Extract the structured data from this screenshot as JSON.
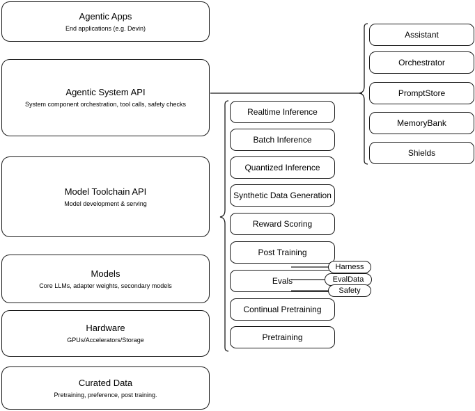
{
  "diagram": {
    "title": "AI stack layers diagram",
    "stroke_color": "#1a1a1a",
    "background_color": "#ffffff"
  },
  "stack_layers": [
    {
      "name": "agentic-apps",
      "title": "Agentic Apps",
      "subtitle": "End applications (e.g. Devin)"
    },
    {
      "name": "agentic-system-api",
      "title": "Agentic System API",
      "subtitle": "System component orchestration, tool calls, safety checks"
    },
    {
      "name": "model-toolchain-api",
      "title": "Model Toolchain API",
      "subtitle": "Model development & serving"
    },
    {
      "name": "models",
      "title": "Models",
      "subtitle": "Core LLMs, adapter weights, secondary models"
    },
    {
      "name": "hardware",
      "title": "Hardware",
      "subtitle": "GPUs/Accelerators/Storage"
    },
    {
      "name": "curated-data",
      "title": "Curated Data",
      "subtitle": "Pretraining, preference, post training."
    }
  ],
  "toolchain_components": [
    {
      "name": "realtime-inference",
      "label": "Realtime Inference"
    },
    {
      "name": "batch-inference",
      "label": "Batch Inference"
    },
    {
      "name": "quantized-inference",
      "label": "Quantized Inference"
    },
    {
      "name": "synthetic-data-generation",
      "label": "Synthetic Data Generation"
    },
    {
      "name": "reward-scoring",
      "label": "Reward Scoring"
    },
    {
      "name": "post-training",
      "label": "Post Training"
    },
    {
      "name": "evals",
      "label": "Evals"
    },
    {
      "name": "continual-pretraining",
      "label": "Continual Pretraining"
    },
    {
      "name": "pretraining",
      "label": "Pretraining"
    }
  ],
  "system_components": [
    {
      "name": "assistant",
      "label": "Assistant"
    },
    {
      "name": "orchestrator",
      "label": "Orchestrator"
    },
    {
      "name": "promptstore",
      "label": "PromptStore"
    },
    {
      "name": "memorybank",
      "label": "MemoryBank"
    },
    {
      "name": "shields",
      "label": "Shields"
    }
  ],
  "eval_tags": [
    {
      "name": "harness",
      "label": "Harness"
    },
    {
      "name": "evaldata",
      "label": "EvalData"
    },
    {
      "name": "safety",
      "label": "Safety"
    }
  ]
}
